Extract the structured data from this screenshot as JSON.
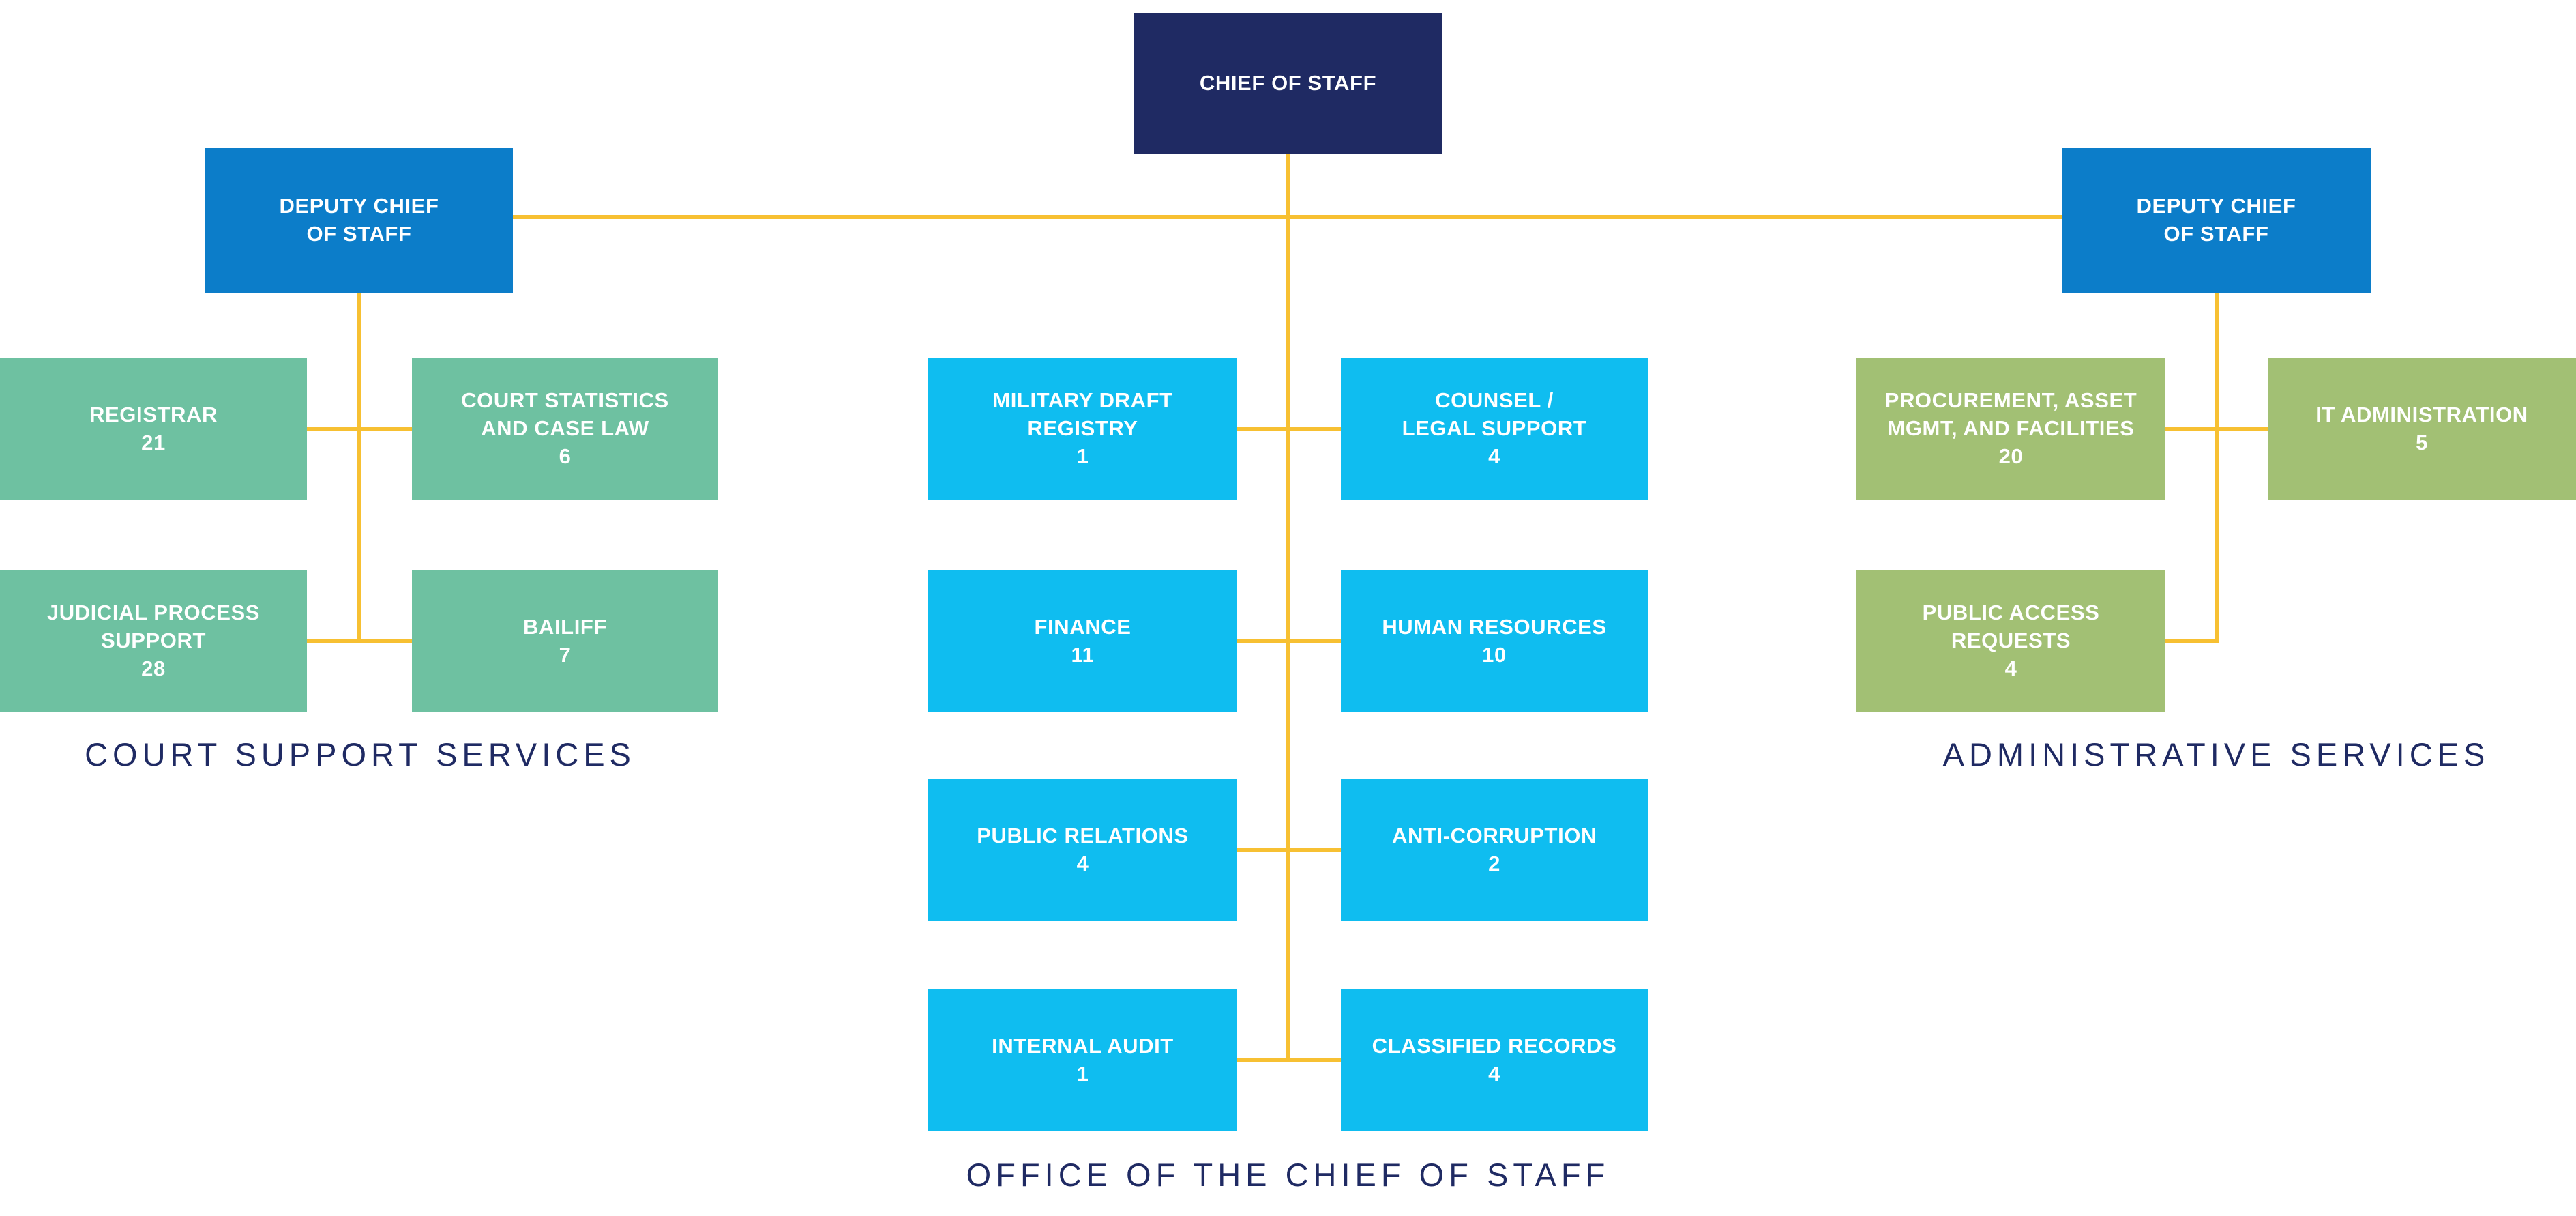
{
  "colors": {
    "navy": "#1F2A63",
    "blue": "#0C7DC9",
    "teal": "#6EC1A1",
    "cyan": "#0FBDF0",
    "olive": "#A2C074",
    "gold": "#F7C032",
    "caption_text": "#1F2A63",
    "box_text": "#FFFFFF"
  },
  "org": {
    "root": {
      "label": "CHIEF OF STAFF"
    },
    "deputy_left": {
      "label": "DEPUTY CHIEF\nOF STAFF"
    },
    "deputy_right": {
      "label": "DEPUTY CHIEF\nOF STAFF"
    },
    "groups": {
      "court_support": {
        "caption": "COURT SUPPORT SERVICES",
        "units": [
          {
            "label": "REGISTRAR",
            "count": "21"
          },
          {
            "label": "COURT STATISTICS\nAND CASE LAW",
            "count": "6"
          },
          {
            "label": "JUDICIAL PROCESS\nSUPPORT",
            "count": "28"
          },
          {
            "label": "BAILIFF",
            "count": "7"
          }
        ]
      },
      "office_of_chief": {
        "caption": "OFFICE OF THE CHIEF OF STAFF",
        "units": [
          {
            "label": "MILITARY DRAFT\nREGISTRY",
            "count": "1"
          },
          {
            "label": "COUNSEL /\nLEGAL SUPPORT",
            "count": "4"
          },
          {
            "label": "FINANCE",
            "count": "11"
          },
          {
            "label": "HUMAN RESOURCES",
            "count": "10"
          },
          {
            "label": "PUBLIC RELATIONS",
            "count": "4"
          },
          {
            "label": "ANTI-CORRUPTION",
            "count": "2"
          },
          {
            "label": "INTERNAL AUDIT",
            "count": "1"
          },
          {
            "label": "CLASSIFIED RECORDS",
            "count": "4"
          }
        ]
      },
      "administrative": {
        "caption": "ADMINISTRATIVE SERVICES",
        "units": [
          {
            "label": "PROCUREMENT, ASSET\nMGMT, AND FACILITIES",
            "count": "20"
          },
          {
            "label": "IT ADMINISTRATION",
            "count": "5"
          },
          {
            "label": "PUBLIC ACCESS\nREQUESTS",
            "count": "4"
          }
        ]
      }
    }
  }
}
